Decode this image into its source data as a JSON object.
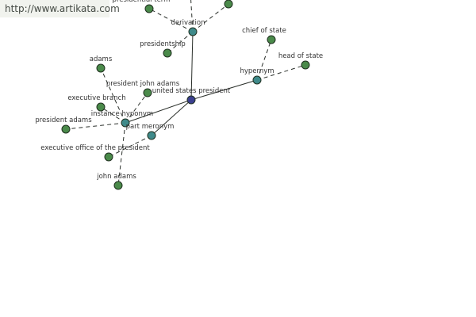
{
  "banner": {
    "text": "http://www.artikata.com"
  },
  "colors": {
    "root": "#3b3f8f",
    "relation": "#3f8a8a",
    "term": "#4a8a4a",
    "edge": "#2a2f2a"
  },
  "graph": {
    "nodes": [
      {
        "id": "root",
        "label": "united states president",
        "kind": "root"
      },
      {
        "id": "derivation",
        "label": "derivation",
        "kind": "relation"
      },
      {
        "id": "hypernym",
        "label": "hypernym",
        "kind": "relation"
      },
      {
        "id": "instance",
        "label": "instance hyponym",
        "kind": "relation"
      },
      {
        "id": "partmer",
        "label": "part meronym",
        "kind": "relation"
      },
      {
        "id": "presidential_term",
        "label": "presidential term",
        "kind": "term"
      },
      {
        "id": "unlabeled",
        "label": "",
        "kind": "term"
      },
      {
        "id": "presidentship",
        "label": "presidentship",
        "kind": "term"
      },
      {
        "id": "chief_of_state",
        "label": "chief of state",
        "kind": "term"
      },
      {
        "id": "head_of_state",
        "label": "head of state",
        "kind": "term"
      },
      {
        "id": "adams",
        "label": "adams",
        "kind": "term"
      },
      {
        "id": "president_john_adams",
        "label": "president john adams",
        "kind": "term"
      },
      {
        "id": "executive_branch",
        "label": "executive branch",
        "kind": "term"
      },
      {
        "id": "president_adams",
        "label": "president adams",
        "kind": "term"
      },
      {
        "id": "executive_office",
        "label": "executive office of the president",
        "kind": "term"
      },
      {
        "id": "john_adams",
        "label": "john adams",
        "kind": "term"
      }
    ],
    "edges": [
      {
        "from": "root",
        "to": "derivation",
        "style": "solid"
      },
      {
        "from": "root",
        "to": "hypernym",
        "style": "solid"
      },
      {
        "from": "root",
        "to": "instance",
        "style": "solid"
      },
      {
        "from": "root",
        "to": "partmer",
        "style": "solid"
      },
      {
        "from": "derivation",
        "to": "presidential_term",
        "style": "dashed"
      },
      {
        "from": "derivation",
        "to": "unlabeled",
        "style": "dashed"
      },
      {
        "from": "derivation",
        "to": "presidentship",
        "style": "dashed"
      },
      {
        "from": "derivation",
        "to": "top_offscreen",
        "style": "dashed"
      },
      {
        "from": "hypernym",
        "to": "chief_of_state",
        "style": "dashed"
      },
      {
        "from": "hypernym",
        "to": "head_of_state",
        "style": "dashed"
      },
      {
        "from": "instance",
        "to": "adams",
        "style": "dashed"
      },
      {
        "from": "instance",
        "to": "president_john_adams",
        "style": "dashed"
      },
      {
        "from": "instance",
        "to": "executive_branch",
        "style": "dashed"
      },
      {
        "from": "instance",
        "to": "president_adams",
        "style": "dashed"
      },
      {
        "from": "instance",
        "to": "john_adams",
        "style": "dashed"
      },
      {
        "from": "partmer",
        "to": "executive_office",
        "style": "dashed"
      }
    ]
  }
}
